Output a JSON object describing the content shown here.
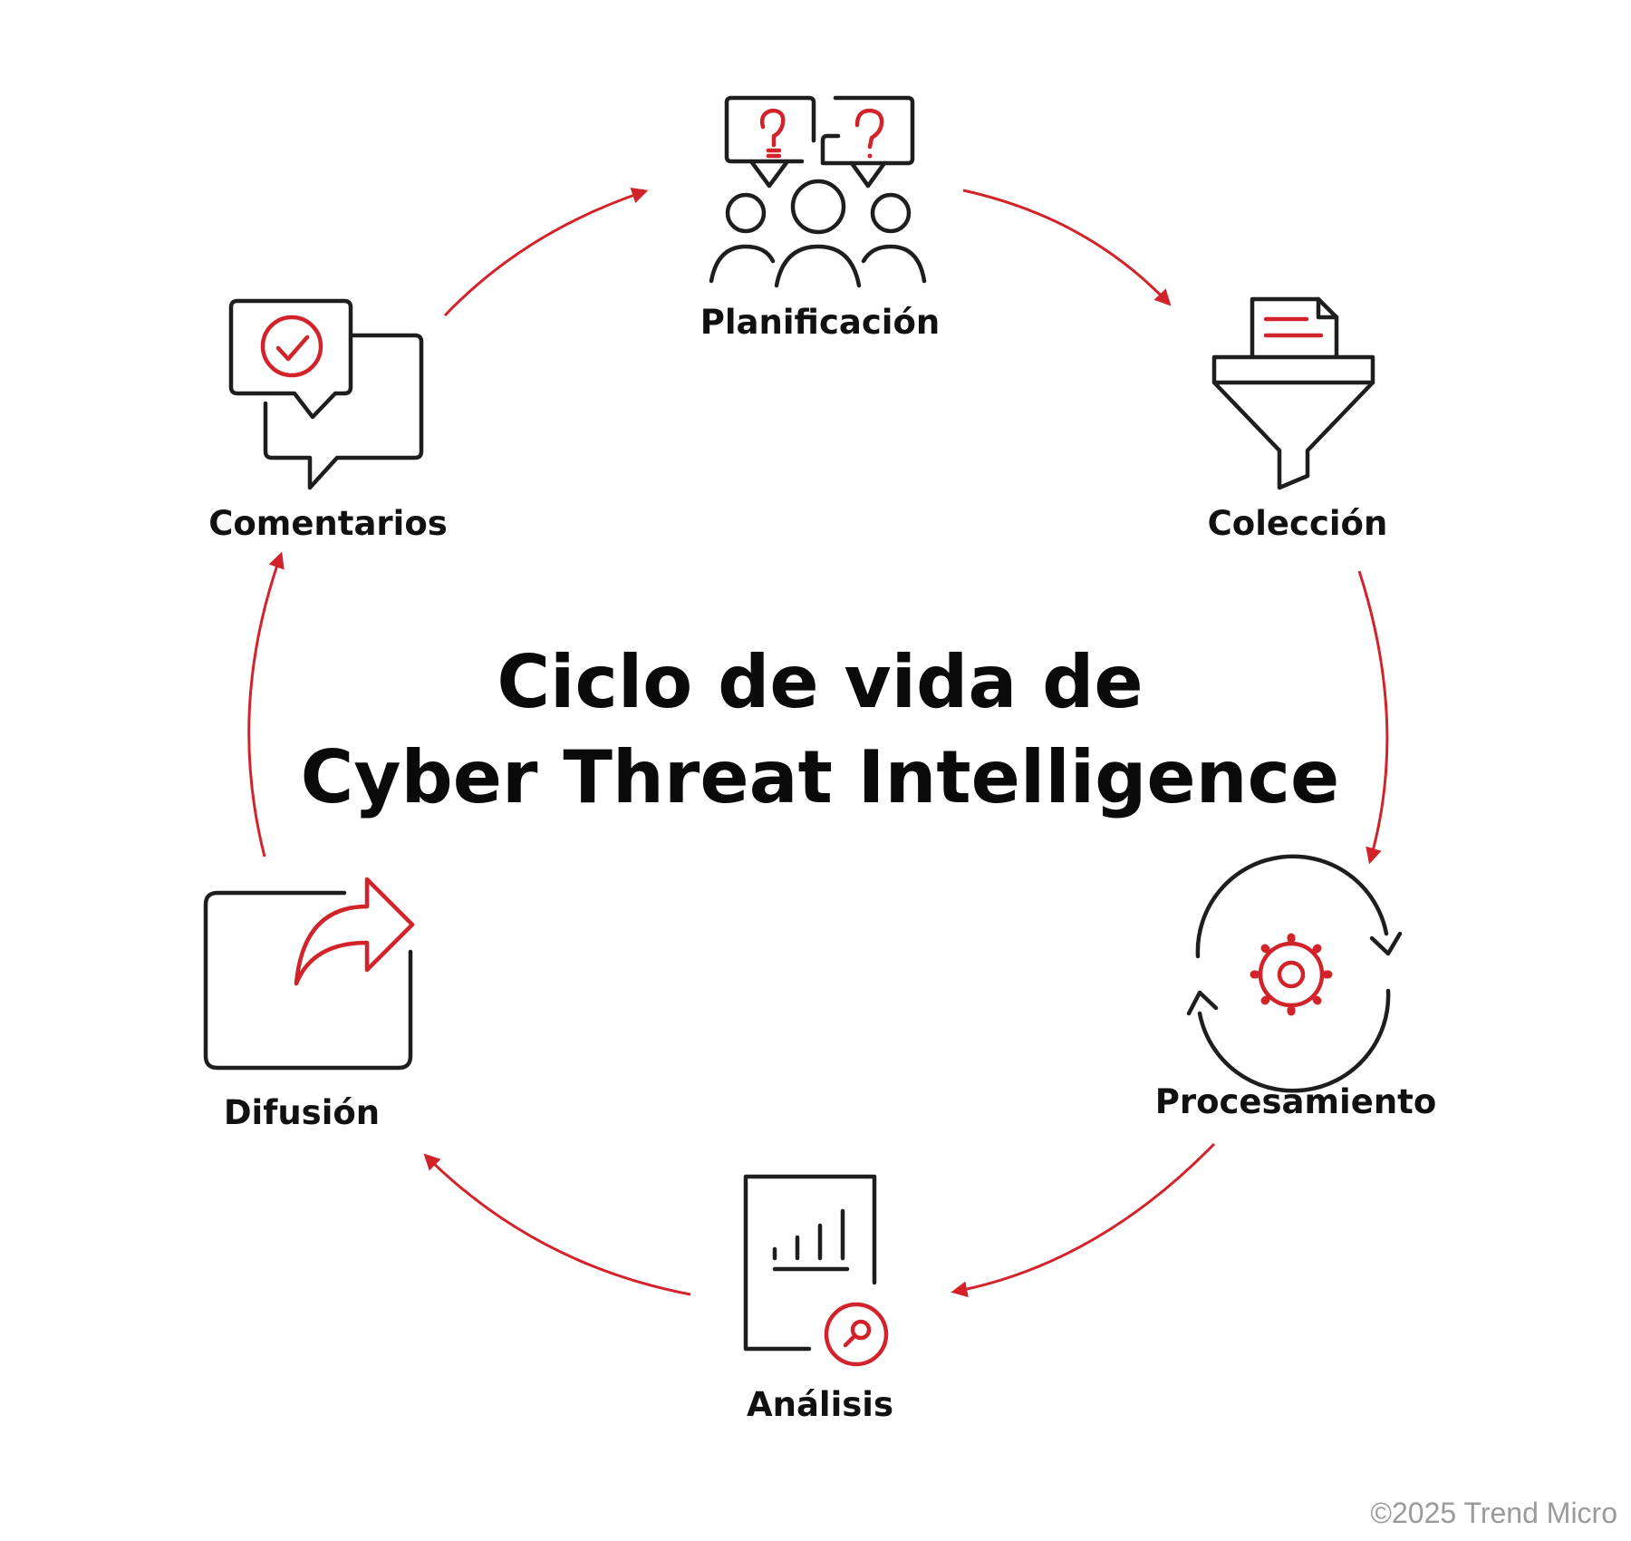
{
  "title": {
    "line1": "Ciclo de vida de",
    "line2": "Cyber Threat Intelligence"
  },
  "stages": [
    {
      "label": "Planificación",
      "icon": "team-question-icon"
    },
    {
      "label": "Colección",
      "icon": "document-funnel-icon"
    },
    {
      "label": "Procesamiento",
      "icon": "gear-cycle-icon"
    },
    {
      "label": "Análisis",
      "icon": "report-magnifier-icon"
    },
    {
      "label": "Difusión",
      "icon": "share-arrow-icon"
    },
    {
      "label": "Comentarios",
      "icon": "chat-check-icon"
    }
  ],
  "copyright": "©2025 Trend Micro",
  "colors": {
    "accent": "#d2232a",
    "ink": "#1e1e1e"
  }
}
